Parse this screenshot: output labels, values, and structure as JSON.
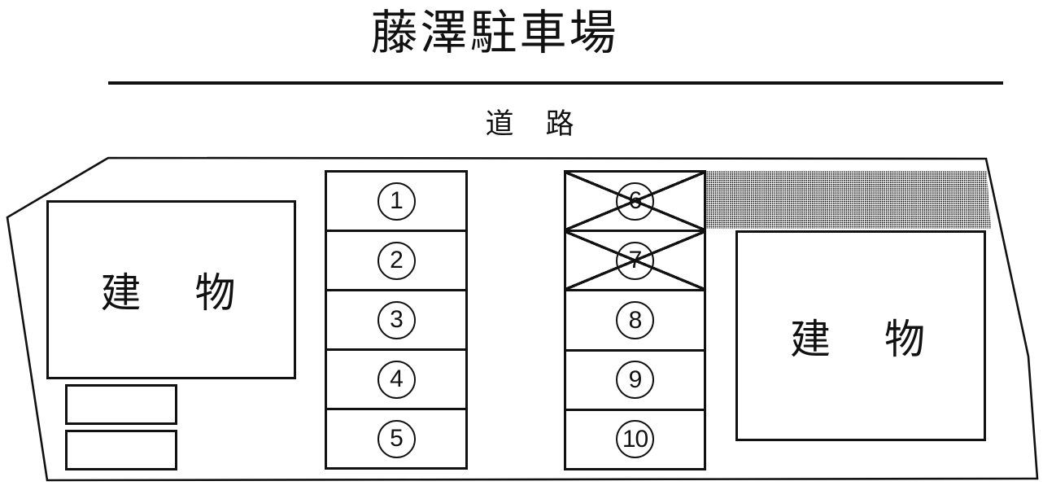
{
  "title": "藤澤駐車場",
  "road_label": "道　路",
  "buildings": {
    "left_label": "建　物",
    "right_label": "建　物"
  },
  "spaces": [
    {
      "number": "1",
      "crossed": false
    },
    {
      "number": "2",
      "crossed": false
    },
    {
      "number": "3",
      "crossed": false
    },
    {
      "number": "4",
      "crossed": false
    },
    {
      "number": "5",
      "crossed": false
    },
    {
      "number": "6",
      "crossed": true
    },
    {
      "number": "7",
      "crossed": true
    },
    {
      "number": "8",
      "crossed": false
    },
    {
      "number": "9",
      "crossed": false
    },
    {
      "number": "10",
      "crossed": false
    }
  ],
  "colors": {
    "line": "#111111",
    "background": "#ffffff"
  }
}
